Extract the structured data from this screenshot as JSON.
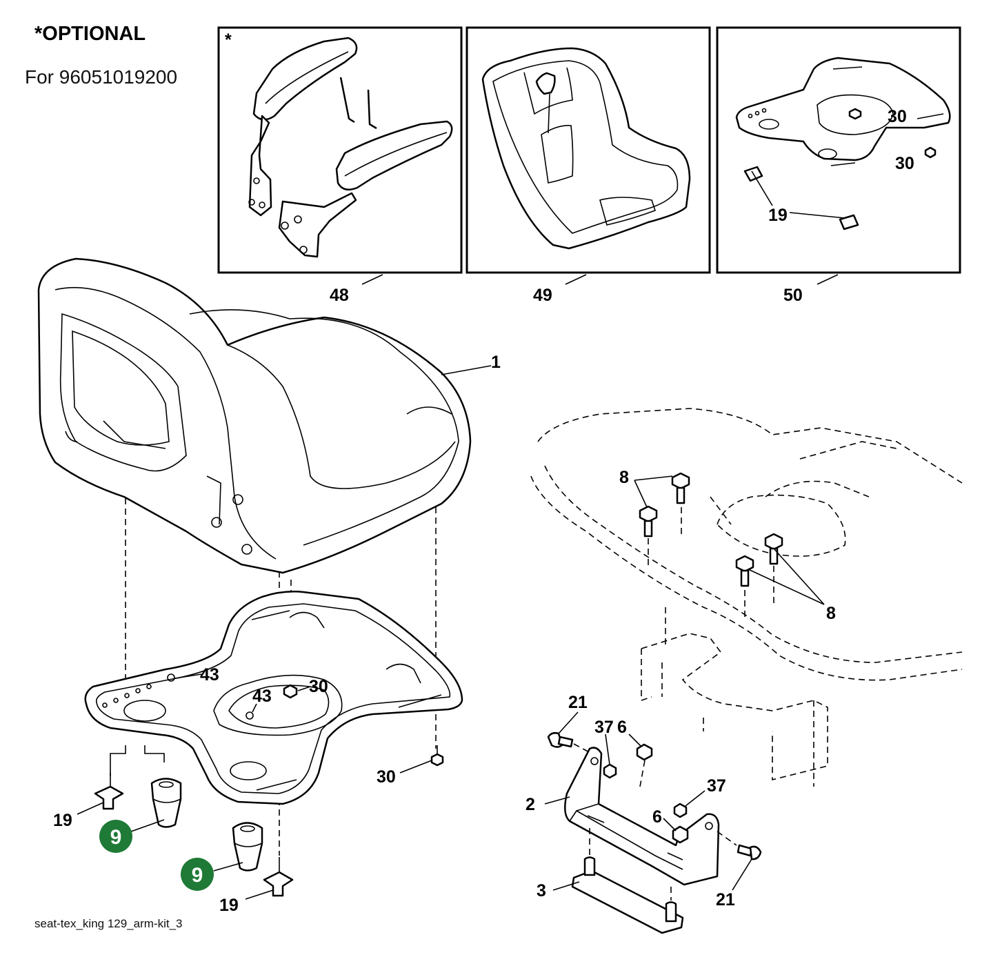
{
  "header": {
    "optional_note": "*OPTIONAL",
    "model_line": "For 96051019200",
    "box_marker": "*"
  },
  "inset_labels": {
    "armrest_kit": "48",
    "seat_shell": "49",
    "base_plate": "50"
  },
  "callouts": {
    "seat": "1",
    "bracket": "2",
    "bracket_plate": "3",
    "nut_6": "6",
    "bolt_8": "8",
    "bumper_9": "9",
    "knob_19": "19",
    "bolt_21": "21",
    "screw_30": "30",
    "washer_37": "37",
    "clip_43": "43"
  },
  "badge_color": "#1e7a36",
  "caption": "seat-tex_king 129_arm-kit_3"
}
